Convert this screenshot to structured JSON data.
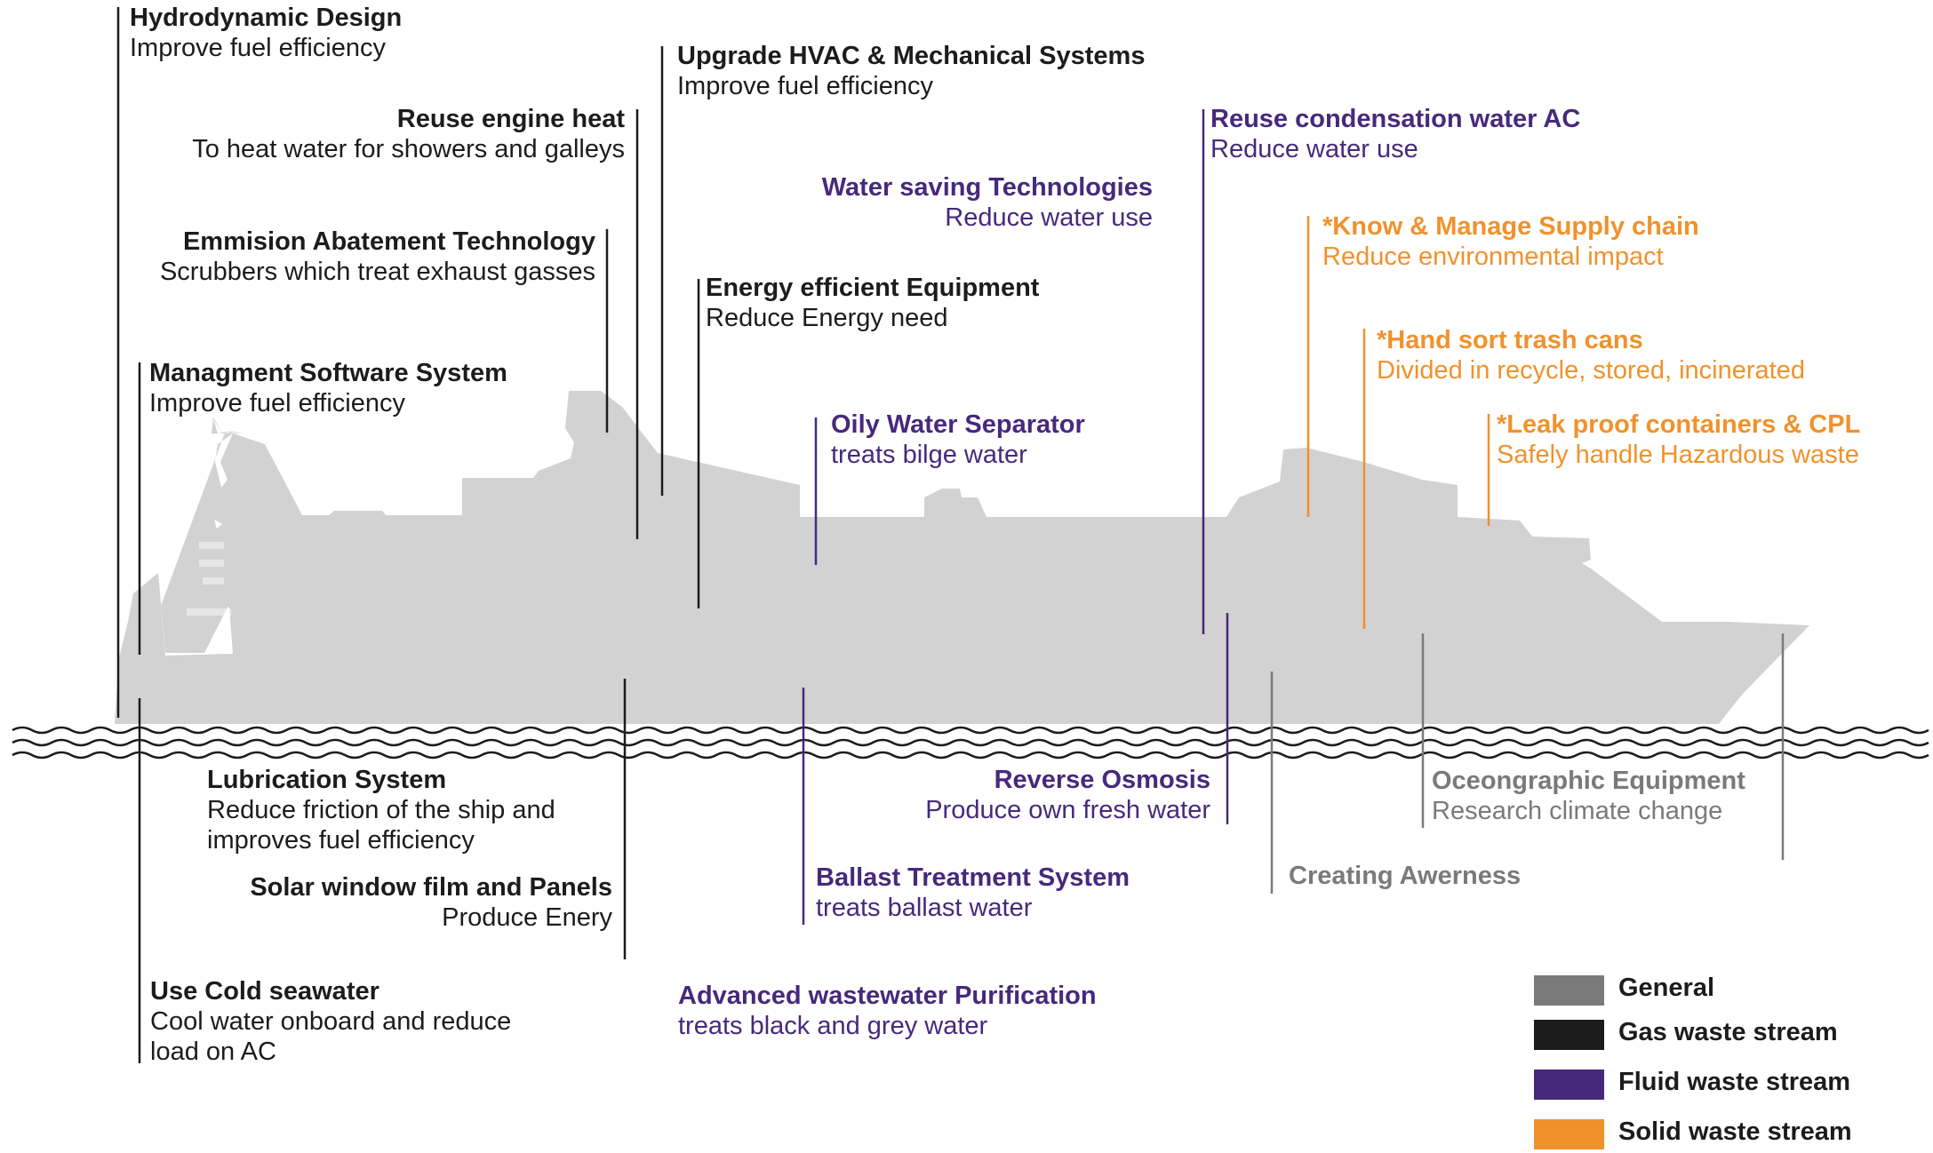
{
  "colors": {
    "general": "#7a7a7a",
    "gas": "#1c1c1c",
    "fluid": "#47297c",
    "solid": "#f0922c",
    "ship": "#d2d2d2"
  },
  "labels": {
    "hydrodynamic": {
      "title": "Hydrodynamic Design",
      "sub": "Improve fuel efficiency"
    },
    "hvac": {
      "title": "Upgrade HVAC & Mechanical Systems",
      "sub": "Improve fuel efficiency"
    },
    "engine_heat": {
      "title": "Reuse engine heat",
      "sub": "To heat water for showers and galleys"
    },
    "condensation": {
      "title": "Reuse condensation water AC",
      "sub": "Reduce water use"
    },
    "water_saving": {
      "title": "Water saving Technologies",
      "sub": "Reduce water use"
    },
    "supply_chain": {
      "title": "*Know & Manage Supply chain",
      "sub": "Reduce environmental impact"
    },
    "emission": {
      "title": "Emmision Abatement Technology",
      "sub": "Scrubbers which treat exhaust gasses"
    },
    "energy_equipment": {
      "title": "Energy efficient Equipment",
      "sub": "Reduce Energy need"
    },
    "trash_cans": {
      "title": "*Hand sort trash cans",
      "sub": "Divided in recycle, stored, incinerated"
    },
    "management": {
      "title": "Managment Software System",
      "sub": "Improve fuel efficiency"
    },
    "oily_water": {
      "title": "Oily Water Separator",
      "sub": "treats bilge water"
    },
    "leak_proof": {
      "title": "*Leak proof containers & CPL",
      "sub": "Safely handle Hazardous waste"
    },
    "lubrication": {
      "title": "Lubrication System",
      "sub": "Reduce friction of the ship and",
      "sub2": "improves fuel efficiency"
    },
    "reverse_osmosis": {
      "title": "Reverse Osmosis",
      "sub": "Produce own fresh water"
    },
    "oceanographic": {
      "title": "Oceongraphic Equipment",
      "sub": "Research climate change"
    },
    "solar": {
      "title": "Solar window film and Panels",
      "sub": "Produce Enery"
    },
    "ballast": {
      "title": "Ballast Treatment System",
      "sub": "treats ballast water"
    },
    "awareness": {
      "title": "Creating Awerness"
    },
    "cold_seawater": {
      "title": "Use Cold seawater",
      "sub": "Cool water onboard and reduce",
      "sub2": "load on AC"
    },
    "wastewater": {
      "title": "Advanced wastewater Purification",
      "sub": "treats black and grey water"
    }
  },
  "legend": [
    {
      "label": "General",
      "color": "#7a7a7a"
    },
    {
      "label": "Gas waste stream",
      "color": "#1c1c1c"
    },
    {
      "label": "Fluid waste stream",
      "color": "#47297c"
    },
    {
      "label": "Solid waste stream",
      "color": "#f0922c"
    }
  ]
}
